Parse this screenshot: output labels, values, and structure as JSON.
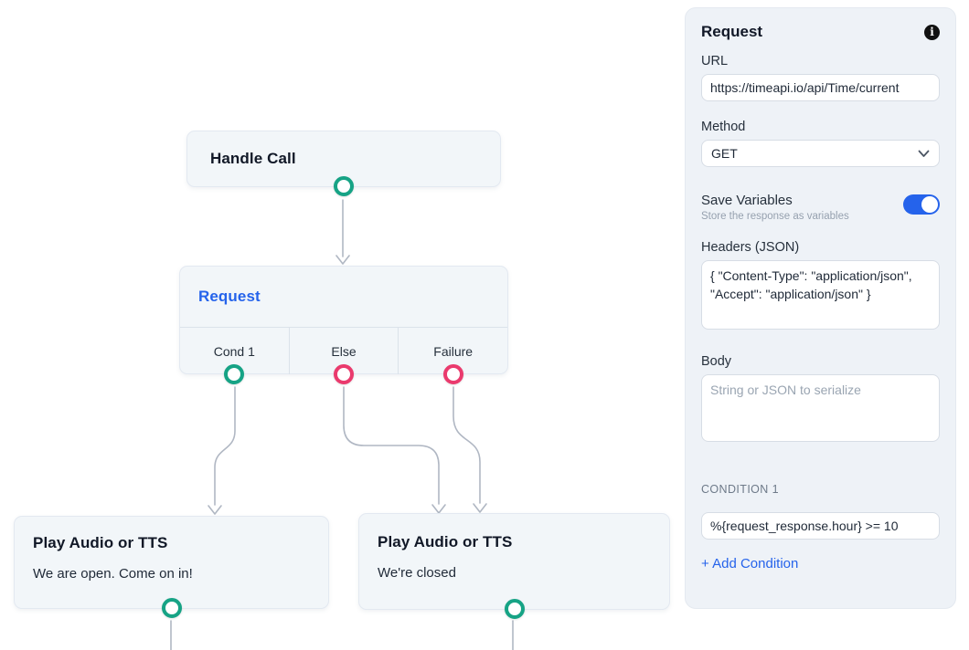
{
  "flow": {
    "handle_call": {
      "title": "Handle Call"
    },
    "request": {
      "title": "Request",
      "branches": [
        {
          "label": "Cond 1",
          "port_color": "#16a385"
        },
        {
          "label": "Else",
          "port_color": "#ea3a6d"
        },
        {
          "label": "Failure",
          "port_color": "#ea3a6d"
        }
      ]
    },
    "play_open": {
      "title": "Play Audio or TTS",
      "body": "We are open. Come on in!"
    },
    "play_closed": {
      "title": "Play Audio or TTS",
      "body": "We're closed"
    }
  },
  "panel": {
    "title": "Request",
    "info_icon": "info-icon",
    "url_label": "URL",
    "url_value": "https://timeapi.io/api/Time/current",
    "method_label": "Method",
    "method_value": "GET",
    "save_variables_label": "Save Variables",
    "save_variables_hint": "Store the response as variables",
    "save_variables_state": "on",
    "headers_label": "Headers (JSON)",
    "headers_value": "{ \"Content-Type\": \"application/json\", \"Accept\": \"application/json\" }",
    "body_label": "Body",
    "body_placeholder": "String or JSON to serialize",
    "condition_label": "CONDITION 1",
    "condition_value": "%{request_response.hour} >= 10",
    "add_condition_label": "+ Add Condition"
  },
  "colors": {
    "accent_blue": "#2563eb",
    "port_teal": "#16a385",
    "port_pink": "#ea3a6d",
    "edge_gray": "#b0b7c3",
    "node_bg": "#f2f6f9",
    "panel_bg": "#eef2f7"
  }
}
